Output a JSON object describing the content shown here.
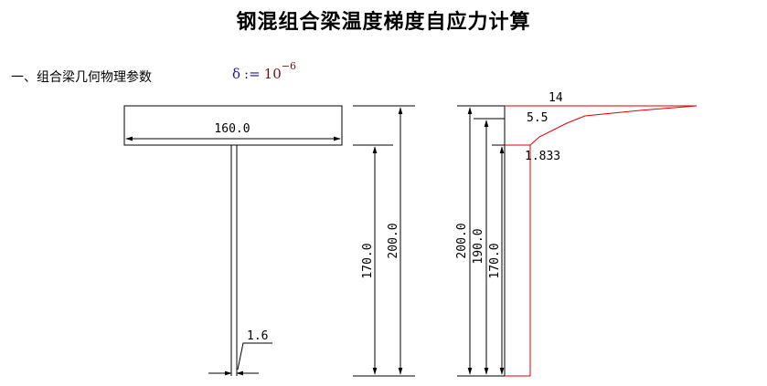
{
  "page": {
    "title": "钢混组合梁温度梯度自应力计算",
    "section_heading": "一、组合梁几何物理参数"
  },
  "formula": {
    "symbol": "δ",
    "assign": ":=",
    "base": "10",
    "exponent": "−6"
  },
  "section_drawing": {
    "slab_width": "160.0",
    "web_thickness": "1.6",
    "dim_left_inner": "170.0",
    "dim_left_outer": "200.0"
  },
  "gradient_drawing": {
    "top_value": "14",
    "mid_value": "5.5",
    "low_value": "1.833",
    "dim_a": "200.0",
    "dim_b": "190.0",
    "dim_c": "170.0"
  },
  "colors": {
    "gradient_line": "#e00000",
    "drawing_line": "#000000"
  }
}
